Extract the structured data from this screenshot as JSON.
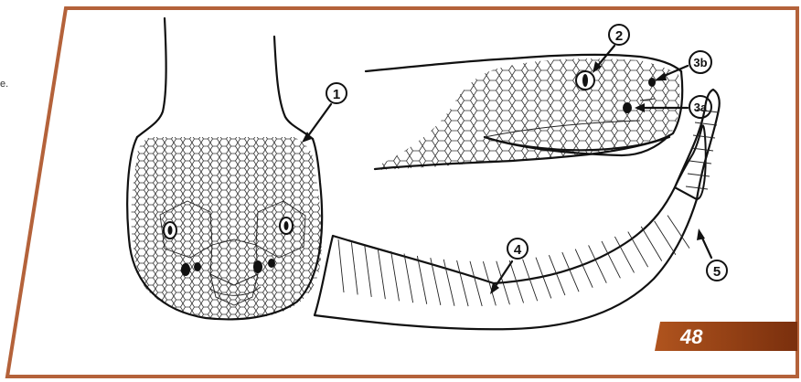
{
  "page": {
    "stray_text": "e.",
    "page_number": "48"
  },
  "callouts": [
    {
      "id": "c1",
      "label": "1"
    },
    {
      "id": "c2",
      "label": "2"
    },
    {
      "id": "c3b",
      "label": "3b"
    },
    {
      "id": "c3a",
      "label": "3a"
    },
    {
      "id": "c4",
      "label": "4"
    },
    {
      "id": "c5",
      "label": "5"
    }
  ],
  "colors": {
    "frame_border": "#b4623a",
    "page_tab": "#9a4316",
    "ink": "#111111"
  }
}
